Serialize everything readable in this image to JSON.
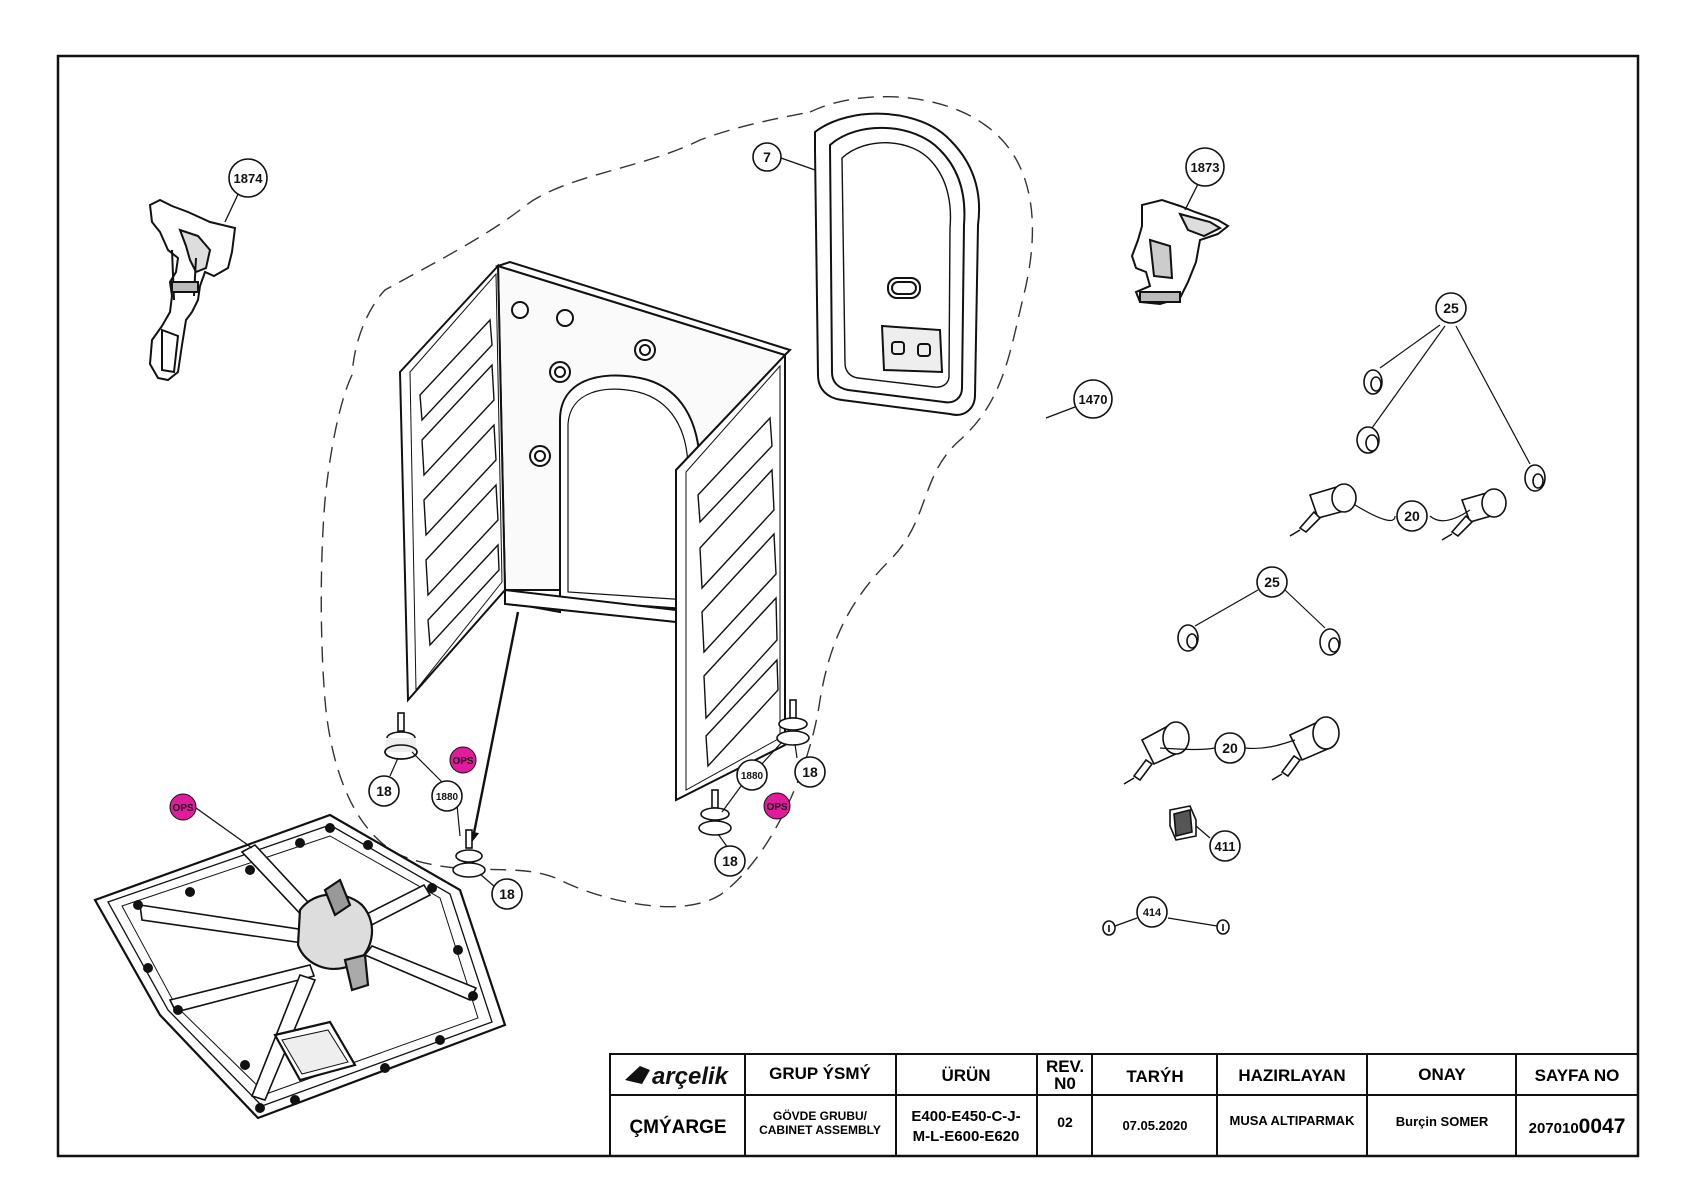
{
  "callouts": {
    "c1874": "1874",
    "c7": "7",
    "c1873": "1873",
    "c1470": "1470",
    "c25a": "25",
    "c20a": "20",
    "c25b": "25",
    "c20b": "20",
    "c411": "411",
    "c414": "414",
    "c18a": "18",
    "c1880a": "1880",
    "c18b": "18",
    "c18c": "18",
    "c1880b": "1880",
    "c18d": "18",
    "ops1": "OPS",
    "ops2": "OPS",
    "ops3": "OPS"
  },
  "title_block": {
    "brand": "arçelik",
    "headers": {
      "group_name": "GRUP ÝSMÝ",
      "product": "ÜRÜN",
      "rev_no_line1": "REV.",
      "rev_no_line2": "N0",
      "date": "TARÝH",
      "prepared_by": "HAZIRLAYAN",
      "approval": "ONAY",
      "page_no": "SAYFA NO"
    },
    "values": {
      "product_family": "ÇMÝARGE",
      "group_name_line1": "GÖVDE GRUBU/",
      "group_name_line2": "CABINET ASSEMBLY",
      "product_line1": "E400-E450-C-J-",
      "product_line2": "M-L-E600-E620",
      "rev_no": "02",
      "date": "07.05.2020",
      "prepared_by": "MUSA ALTIPARMAK",
      "approval": "Burçin SOMER",
      "page_no_prefix": "207010",
      "page_no_suffix": "0047"
    }
  },
  "colors": {
    "line": "#111111",
    "ops_marker": "#e21a9c",
    "paper": "#ffffff"
  },
  "icons": {
    "brand_logo": "arcelik-bird-logo"
  }
}
